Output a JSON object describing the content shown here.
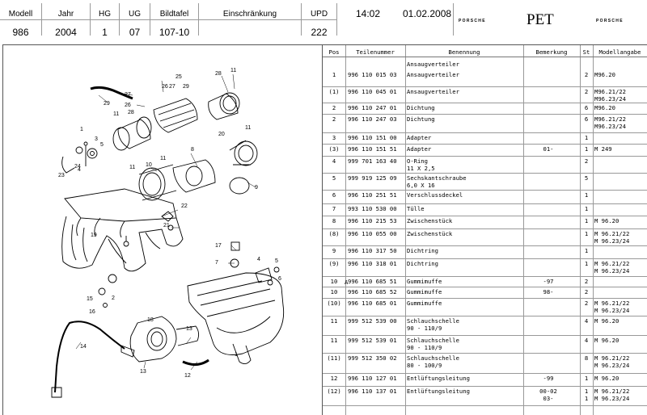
{
  "header": {
    "cells": [
      {
        "label": "Modell",
        "value": "986"
      },
      {
        "label": "Jahr",
        "value": "2004"
      },
      {
        "label": "HG",
        "value": "1"
      },
      {
        "label": "UG",
        "value": "07"
      },
      {
        "label": "Bildtafel",
        "value": "107-10"
      },
      {
        "label": "Einschränkung",
        "value": ""
      },
      {
        "label": "UPD",
        "value": "222"
      }
    ],
    "time": "14:02",
    "date": "01.02.2008",
    "brand_left": "PORSCHE",
    "app_name": "PET",
    "brand_right": "PORSCHE"
  },
  "diagram": {
    "callouts": [
      "1",
      "2",
      "3",
      "4",
      "5",
      "6",
      "7",
      "8",
      "9",
      "10",
      "11",
      "12",
      "13",
      "14",
      "15",
      "16",
      "17",
      "18",
      "19",
      "20",
      "21",
      "22",
      "23",
      "24",
      "25",
      "26",
      "27",
      "28",
      "29"
    ]
  },
  "table": {
    "columns": [
      "Pos",
      "Teilenummer",
      "Benennung",
      "Bemerkung",
      "St",
      "Modellangabe"
    ],
    "group_title": "Ansaugverteiler",
    "rows": [
      {
        "pos": "1",
        "part": "996 110 015 03",
        "name": "Ansaugverteiler",
        "remark": "",
        "qty": "2",
        "model": [
          "M96.20"
        ]
      },
      {
        "pos": "(1)",
        "part": "996 110 045 01",
        "name": "Ansaugverteiler",
        "remark": "",
        "qty": "2",
        "model": [
          "M96.21/22",
          "M96.23/24"
        ]
      },
      {
        "pos": "2",
        "part": "996 110 247 01",
        "name": "Dichtung",
        "remark": "",
        "qty": "6",
        "model": [
          "M96.20"
        ]
      },
      {
        "pos": "2",
        "part": "996 110 247 03",
        "name": "Dichtung",
        "remark": "",
        "qty": "6",
        "model": [
          "M96.21/22",
          "M96.23/24"
        ]
      },
      {
        "pos": "3",
        "part": "996 110 151 00",
        "name": "Adapter",
        "remark": "",
        "qty": "1",
        "model": []
      },
      {
        "pos": "(3)",
        "part": "996 110 151 51",
        "name": "Adapter",
        "remark": "01-",
        "qty": "1",
        "model": [
          "M 249"
        ]
      },
      {
        "pos": "4",
        "part": "999 701 163 40",
        "name": "O-Ring",
        "name2": "11 X 2,5",
        "remark": "",
        "qty": "2",
        "model": []
      },
      {
        "pos": "5",
        "part": "999 919 125 09",
        "name": "Sechskantschraube",
        "name2": "6,0 X 16",
        "remark": "",
        "qty": "5",
        "model": []
      },
      {
        "pos": "6",
        "part": "996 110 251 51",
        "name": "Verschlussdeckel",
        "remark": "",
        "qty": "1",
        "model": []
      },
      {
        "pos": "7",
        "part": "993 110 530 00",
        "name": "Tülle",
        "remark": "",
        "qty": "1",
        "model": []
      },
      {
        "pos": "8",
        "part": "996 110 215 53",
        "name": "Zwischenstück",
        "remark": "",
        "qty": "1",
        "model": [
          "M 96.20"
        ]
      },
      {
        "pos": "(8)",
        "part": "996 110 055 00",
        "name": "Zwischenstück",
        "remark": "",
        "qty": "1",
        "model": [
          "M 96.21/22",
          "M 96.23/24"
        ]
      },
      {
        "pos": "9",
        "part": "996 110 317 50",
        "name": "Dichtring",
        "remark": "",
        "qty": "1",
        "model": []
      },
      {
        "pos": "(9)",
        "part": "996 110 318 01",
        "name": "Dichtring",
        "remark": "",
        "qty": "1",
        "model": [
          "M 96.21/22",
          "M 96.23/24"
        ]
      },
      {
        "pos": "10",
        "ref": "A",
        "part": "996 110 685 51",
        "name": "Gummimuffe",
        "remark": "-97",
        "qty": "2",
        "model": []
      },
      {
        "pos": "10",
        "part": "996 110 685 52",
        "name": "Gummimuffe",
        "remark": "98-",
        "qty": "2",
        "model": []
      },
      {
        "pos": "(10)",
        "part": "996 110 685 01",
        "name": "Gummimuffe",
        "remark": "",
        "qty": "2",
        "model": [
          "M 96.21/22",
          "M 96.23/24"
        ]
      },
      {
        "pos": "11",
        "part": "999 512 539 00",
        "name": "Schlauchschelle",
        "name2": "90 - 110/9",
        "remark": "",
        "qty": "4",
        "model": [
          "M 96.20"
        ]
      },
      {
        "pos": "11",
        "part": "999 512 539 01",
        "name": "Schlauchschelle",
        "name2": "90 - 110/9",
        "remark": "",
        "qty": "4",
        "model": [
          "M 96.20"
        ]
      },
      {
        "pos": "(11)",
        "part": "999 512 350 02",
        "name": "Schlauchschelle",
        "name2": "80 - 100/9",
        "remark": "",
        "qty": "8",
        "model": [
          "M 96.21/22",
          "M 96.23/24"
        ]
      },
      {
        "pos": "12",
        "part": "996 110 127 01",
        "name": "Entlüftungsleitung",
        "remark": "-99",
        "qty": "1",
        "model": [
          "M 96.20"
        ]
      },
      {
        "pos": "(12)",
        "part": "996 110 137 01",
        "name": "Entlüftungsleitung",
        "remark": "00-02",
        "remark2": "03-",
        "qty": "1",
        "qty2": "1",
        "model": [
          "M 96.21/22",
          "M 96.23/24"
        ]
      }
    ]
  }
}
